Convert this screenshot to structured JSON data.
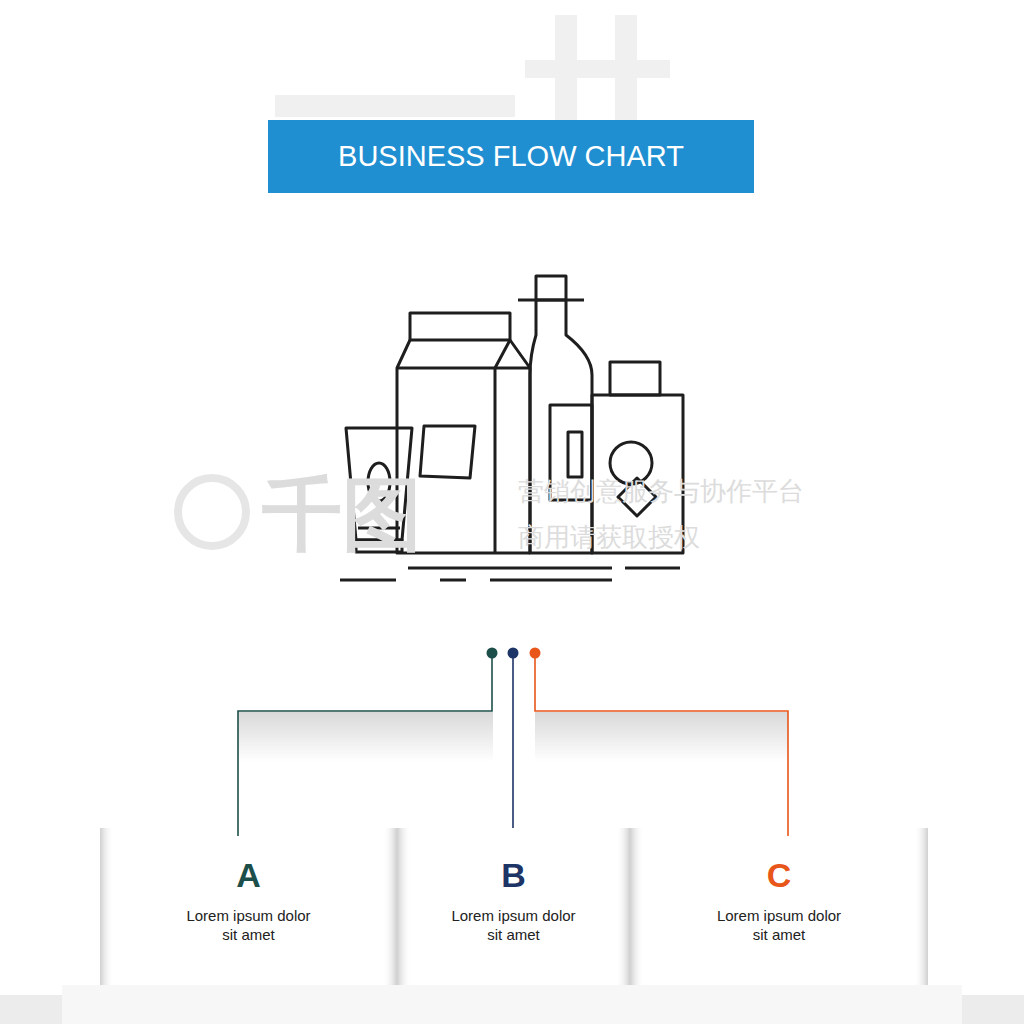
{
  "diagram": {
    "title": "BUSINESS FLOW CHART",
    "nodes": [
      {
        "text": [
          "A",
          "Lorem ipsum dolor sit amet"
        ]
      },
      {
        "text": [
          "B",
          "Lorem ipsum dolor sit amet"
        ]
      },
      {
        "text": [
          "C",
          "Lorem ipsum dolor sit amet"
        ]
      }
    ],
    "labels": [
      "千图",
      "营销创意服务与协作平台",
      "商用请获取授权"
    ]
  }
}
